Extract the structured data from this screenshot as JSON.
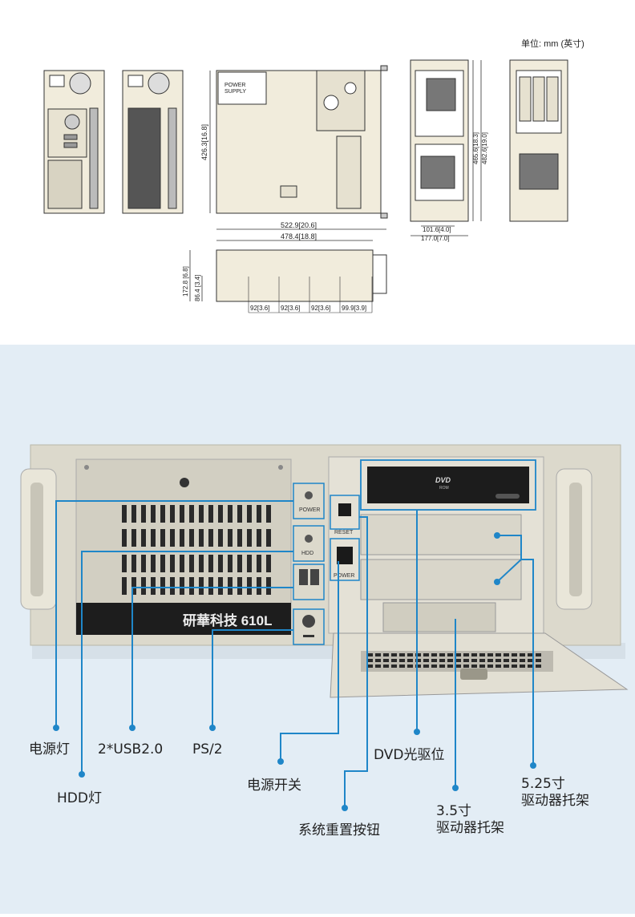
{
  "unit_note": "单位: mm (英寸)",
  "drawing": {
    "power_supply_label": "POWER\nSUPPLY",
    "dims": {
      "side_height": "426.3[16.8]",
      "depth_outer": "522.9[20.6]",
      "depth_inner": "478.4[18.8]",
      "height_total": "172.8 [6.8]",
      "height_small": "86.4 [3.4]",
      "slot1": "92[3.6]",
      "slot2": "92[3.6]",
      "slot3": "92[3.6]",
      "slot4": "99.9[3.9]",
      "front_h1": "465.6[18.3]",
      "front_h2": "482.6[19.0]",
      "front_w1": "101.6[4.0]",
      "front_w2": "177.0[7.0]"
    }
  },
  "chassis": {
    "brand": "研華科技 610L",
    "dvd_logo": "DVD",
    "dvd_sub": "ROM",
    "btn_power": "POWER",
    "btn_hdd": "HDD",
    "btn_reset": "RESET",
    "btn_power2": "POWER"
  },
  "callouts": {
    "power_led": "电源灯",
    "hdd_led": "HDD灯",
    "usb": "2*USB2.0",
    "ps2": "PS/2",
    "power_switch": "电源开关",
    "reset_button": "系统重置按钮",
    "dvd_bay": "DVD光驱位",
    "bay35": "3.5寸\n驱动器托架",
    "bay525": "5.25寸\n驱动器托架"
  },
  "colors": {
    "leader": "#1f86c8",
    "panel_bg": "#e3edf5",
    "chassis": "#dcd9cc"
  }
}
